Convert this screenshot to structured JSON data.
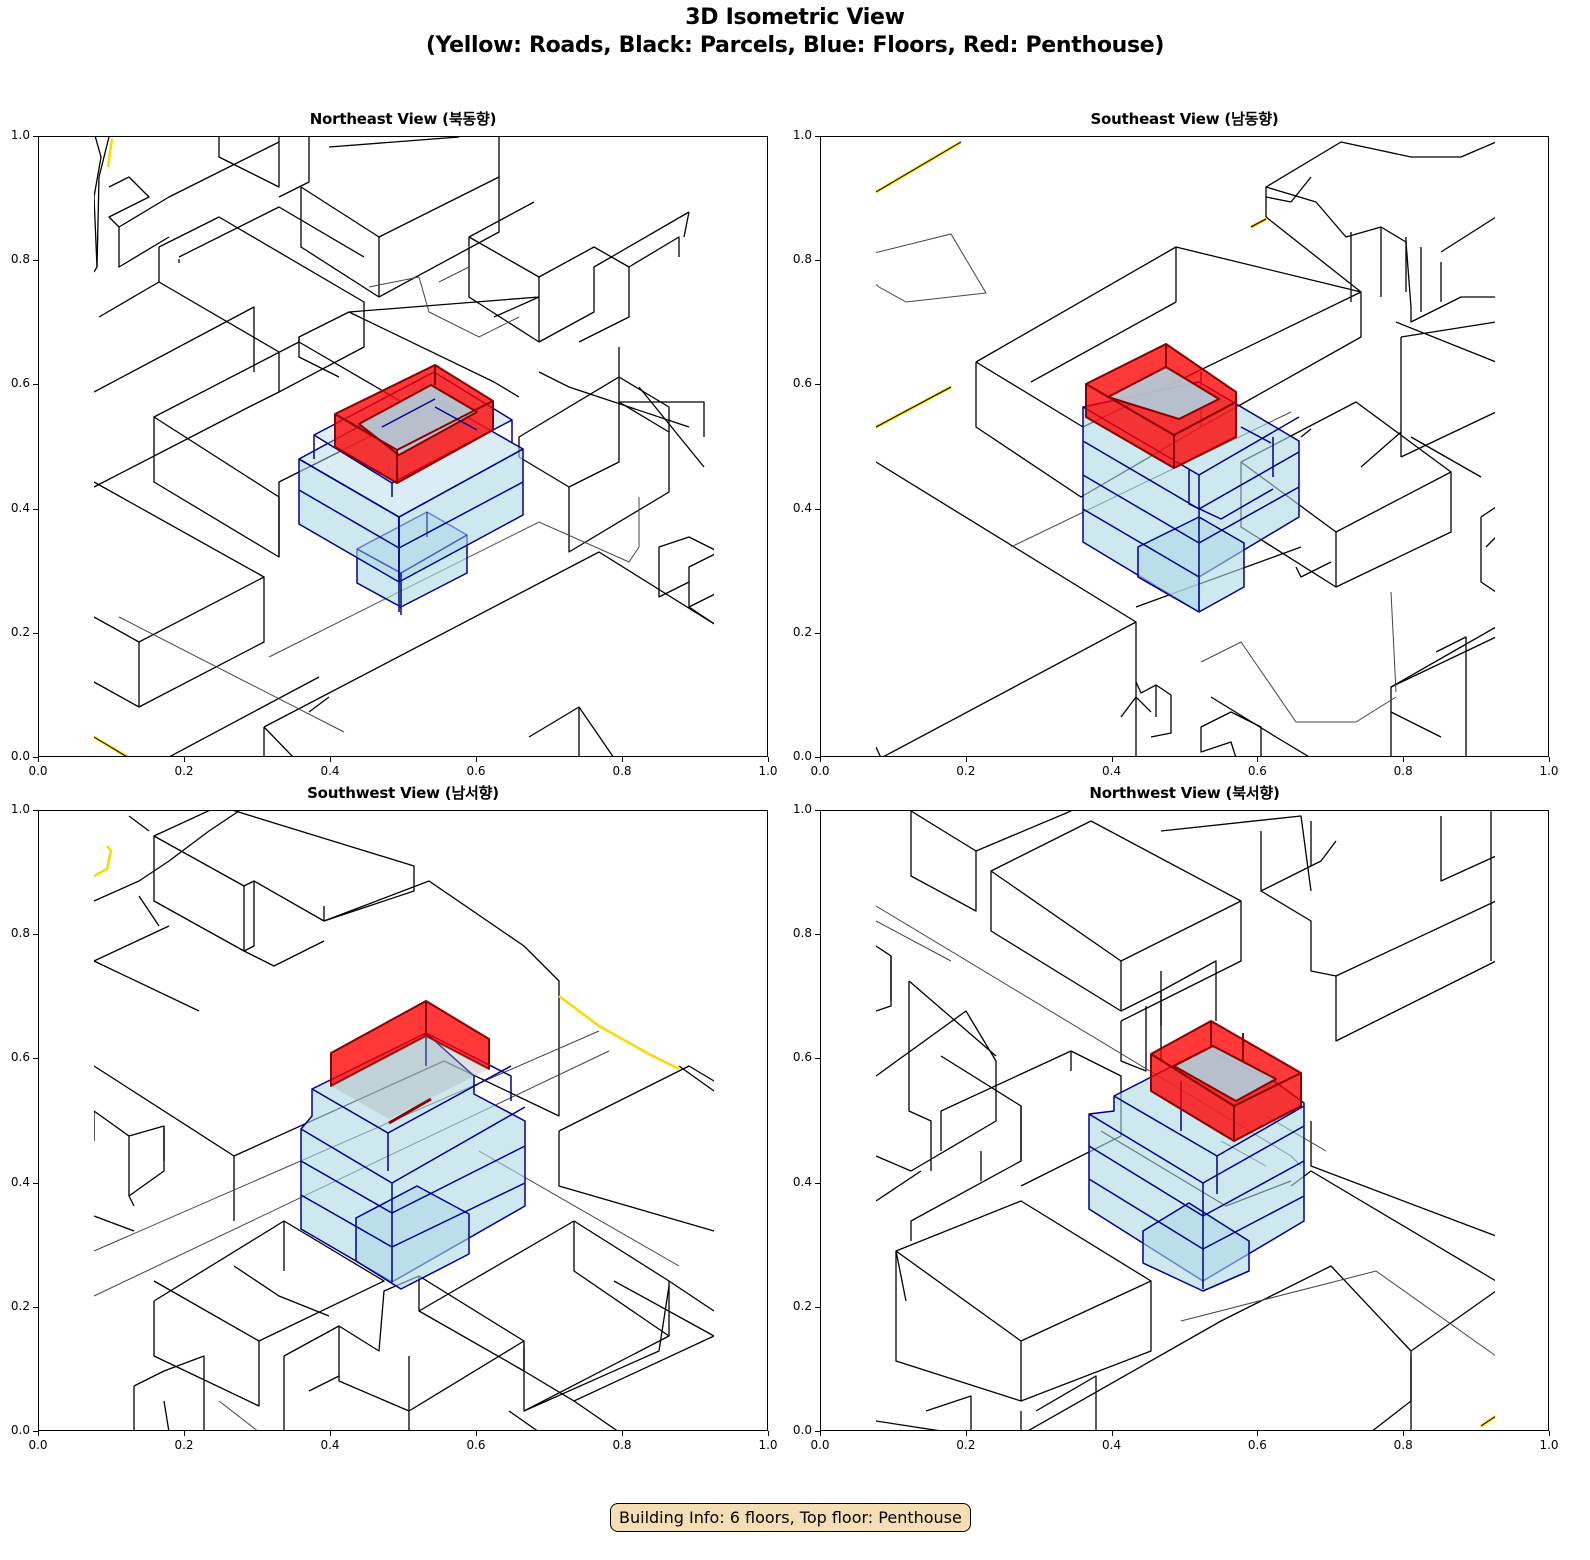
{
  "figure": {
    "title_line1": "3D Isometric View",
    "title_line2": "(Yellow: Roads, Black: Parcels, Blue: Floors, Red: Penthouse)",
    "info_box": "Building Info: 6 floors, Top floor: Penthouse"
  },
  "colors": {
    "road": "#ffd700",
    "parcel": "#000000",
    "floor_fill": "#add8e6",
    "floor_edge": "#00008b",
    "penthouse_fill": "#ff0000",
    "penthouse_edge": "#8b0000",
    "info_bg": "#f5deb3"
  },
  "axes_ticks": {
    "x": [
      "0.0",
      "0.2",
      "0.4",
      "0.6",
      "0.8",
      "1.0"
    ],
    "y": [
      "0.0",
      "0.2",
      "0.4",
      "0.6",
      "0.8",
      "1.0"
    ]
  },
  "panels": [
    {
      "id": "northeast",
      "title": "Northeast View (북동향)"
    },
    {
      "id": "southeast",
      "title": "Southeast View (남동향)"
    },
    {
      "id": "southwest",
      "title": "Southwest View (남서향)"
    },
    {
      "id": "northwest",
      "title": "Northwest View (북서향)"
    }
  ],
  "building": {
    "floors": 6,
    "top_floor": "Penthouse"
  }
}
